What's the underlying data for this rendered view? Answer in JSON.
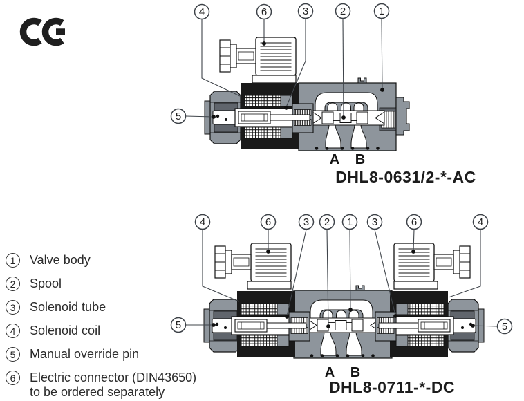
{
  "ce_mark": {
    "text": "CE"
  },
  "legend": {
    "items": [
      {
        "num": "1",
        "label": "Valve body"
      },
      {
        "num": "2",
        "label": "Spool"
      },
      {
        "num": "3",
        "label": "Solenoid tube"
      },
      {
        "num": "4",
        "label": "Solenoid coil"
      },
      {
        "num": "5",
        "label": "Manual override pin"
      },
      {
        "num": "6",
        "label": "Electric connector (DIN43650)",
        "label_line2": "to be ordered separately"
      }
    ]
  },
  "diagram_top": {
    "model": "DHL8-0631/2-*-AC",
    "port_a": "A",
    "port_b": "B",
    "callouts": [
      {
        "num": "4"
      },
      {
        "num": "6"
      },
      {
        "num": "3"
      },
      {
        "num": "2"
      },
      {
        "num": "1"
      },
      {
        "num": "5"
      }
    ]
  },
  "diagram_bottom": {
    "model": "DHL8-0711-*-DC",
    "port_a": "A",
    "port_b": "B",
    "callouts": [
      {
        "num": "4"
      },
      {
        "num": "6"
      },
      {
        "num": "3"
      },
      {
        "num": "2"
      },
      {
        "num": "1"
      },
      {
        "num": "3"
      },
      {
        "num": "6"
      },
      {
        "num": "4"
      },
      {
        "num": "5"
      },
      {
        "num": "5"
      }
    ]
  },
  "colors": {
    "body_gray": "#8e959c",
    "dark_gray": "#60656c",
    "line_black": "#111111"
  }
}
